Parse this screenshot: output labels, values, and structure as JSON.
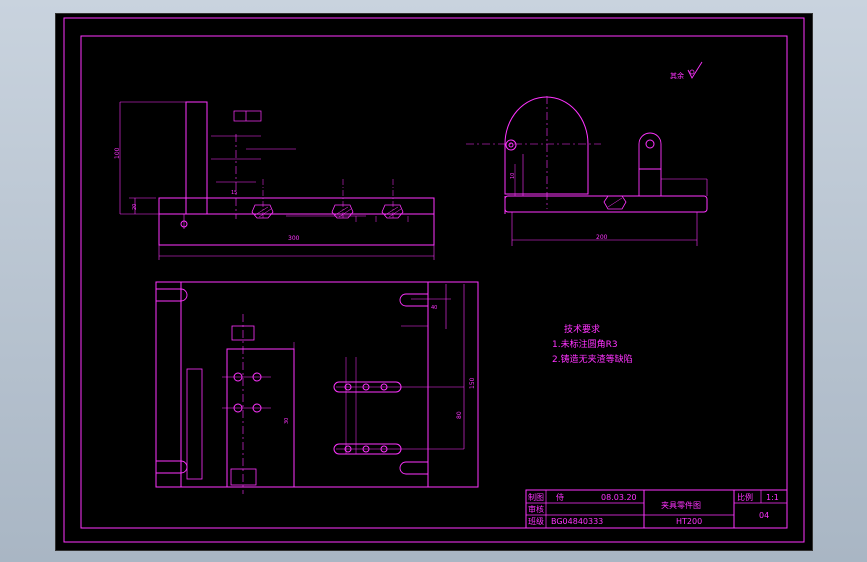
{
  "notes": {
    "heading": "技术要求",
    "line1": "1.未标注圆角R3",
    "line2": "2.铸造无夹渣等缺陷"
  },
  "roughness_label": "其余",
  "title_block": {
    "designer_role": "制图",
    "designer_name": "侍",
    "date": "08.03.20",
    "part_name": "夹具零件图",
    "material_code": "HT200",
    "scale_label": "比例",
    "scale_value": "1:1",
    "sheet_code": "04",
    "reviewer_role": "审核",
    "class_label": "班级",
    "class_code": "BG04840333"
  },
  "dimensions": {
    "front_width": "300",
    "side_width": "200",
    "front_height": "100",
    "front_small_a": "20",
    "front_small_b": "15",
    "side_small": "10",
    "plan_right_a": "150",
    "plan_right_b": "80",
    "plan_vertical": "30",
    "plan_upper": "40"
  },
  "colors": {
    "line": "#ff33ff",
    "paper": "#000000"
  }
}
